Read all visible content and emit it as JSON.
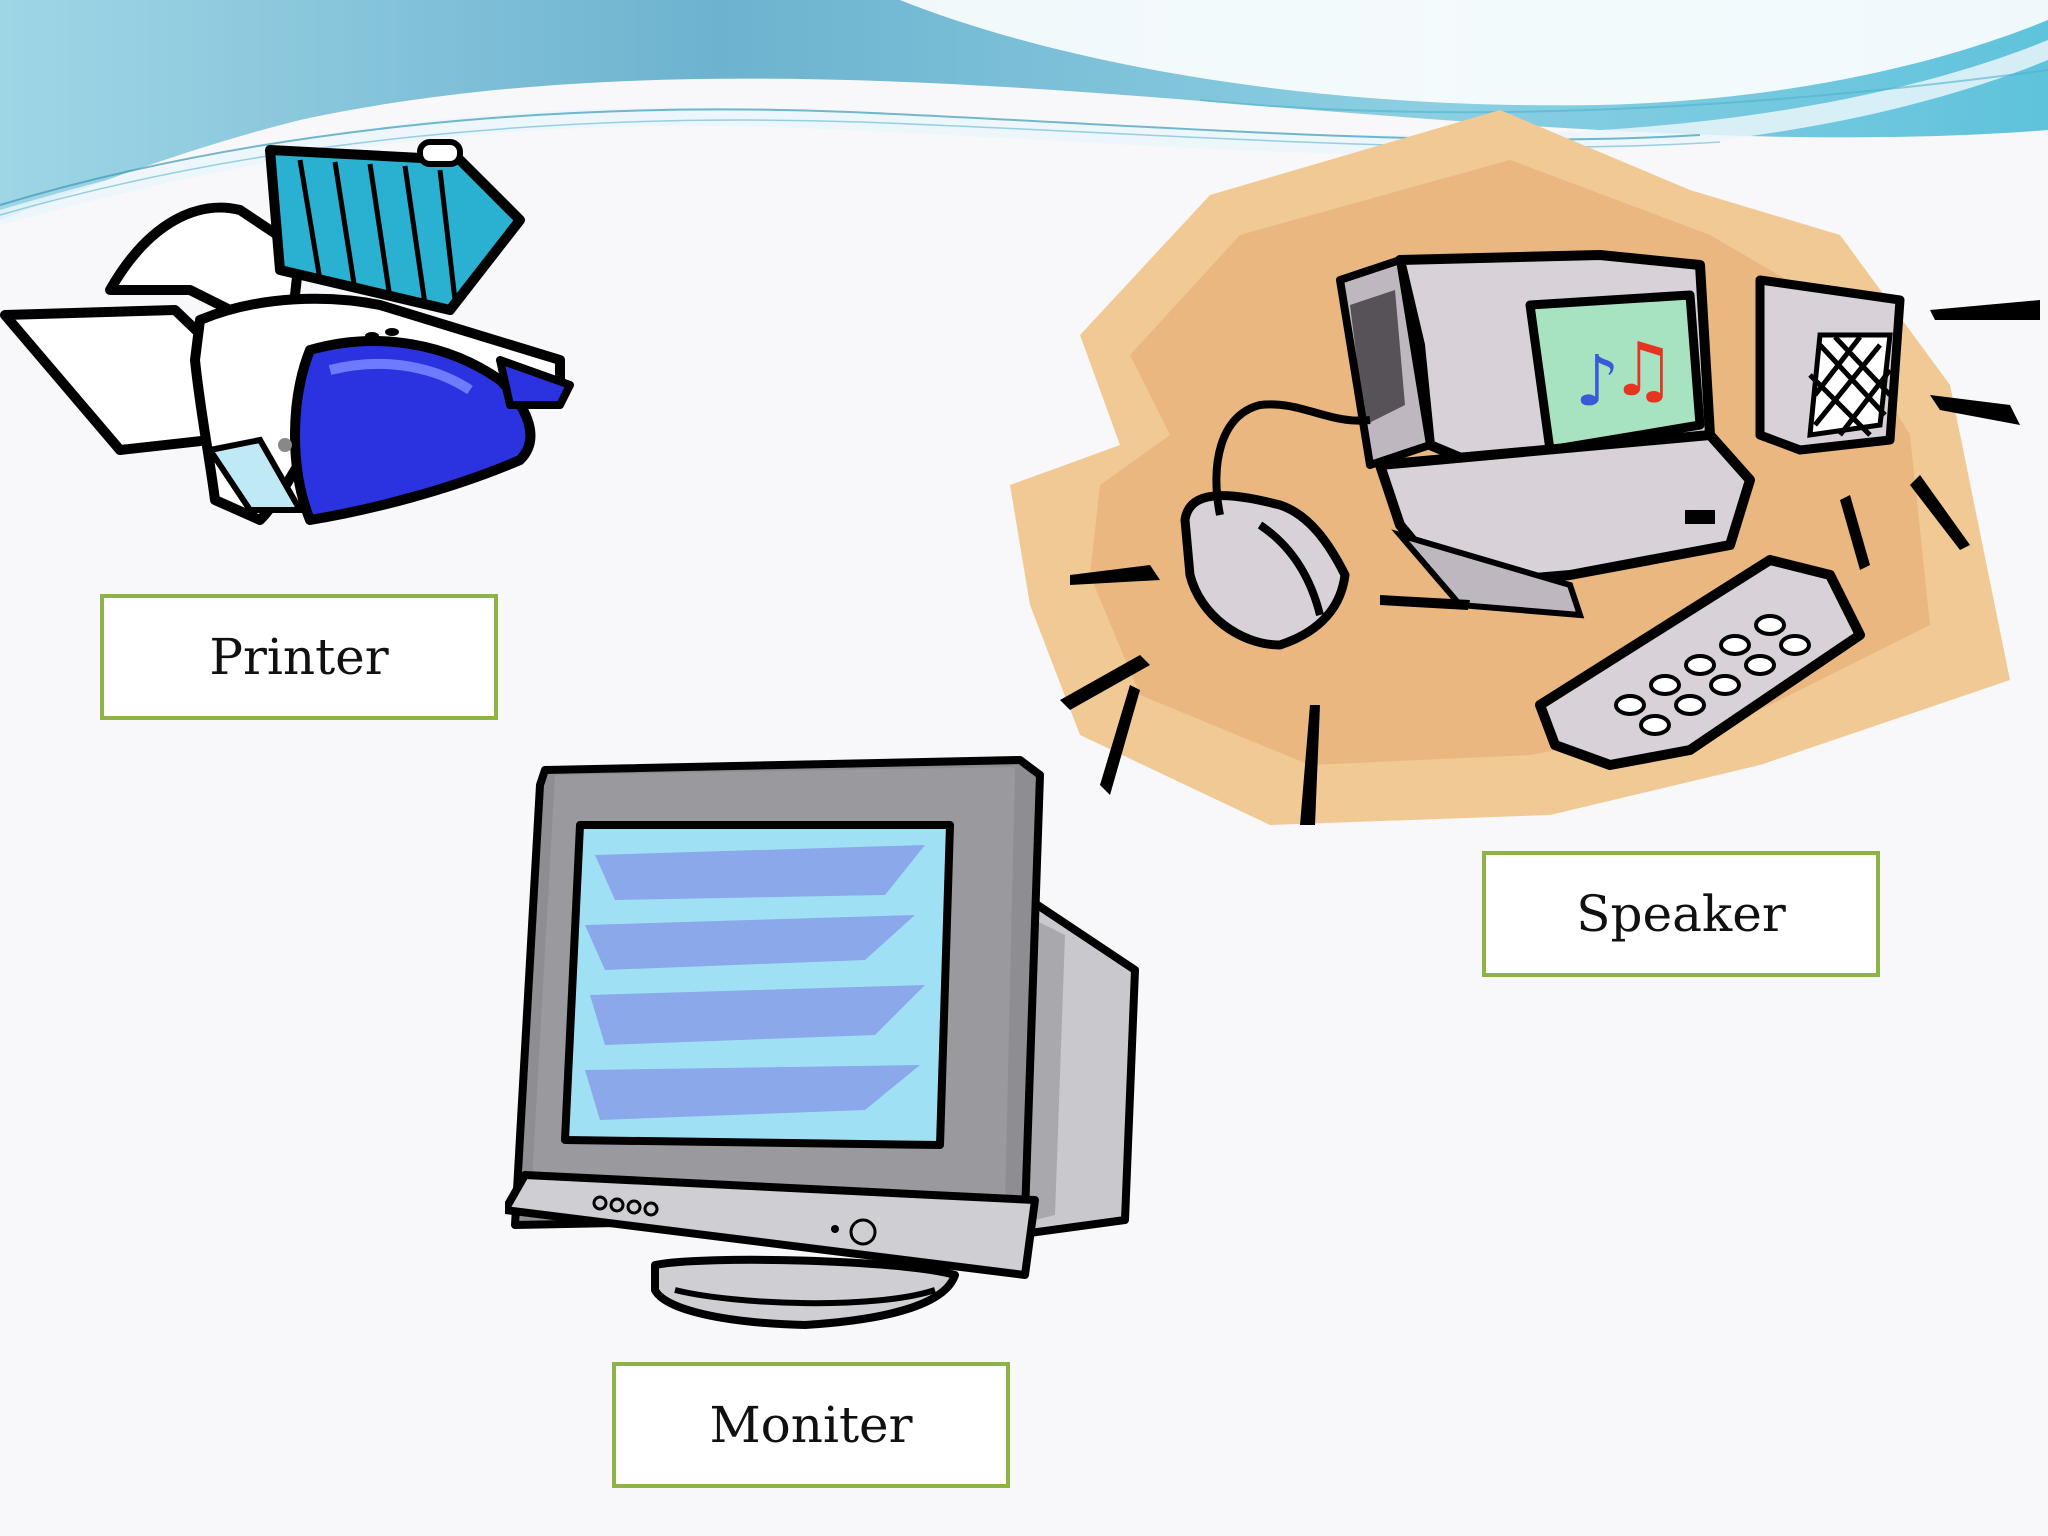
{
  "slide": {
    "theme_colors": {
      "wave_dark": "#6fb8d4",
      "wave_light": "#a9ddea",
      "label_border": "#8db246",
      "background": "#f8f8fa"
    },
    "labels": [
      {
        "id": "printer",
        "text": "Printer"
      },
      {
        "id": "speaker",
        "text": "Speaker"
      },
      {
        "id": "monitor",
        "text": "Moniter"
      }
    ],
    "images": [
      {
        "id": "printer",
        "icon": "printer-clipart"
      },
      {
        "id": "computer",
        "icon": "desktop-computer-clipart"
      },
      {
        "id": "monitor",
        "icon": "crt-monitor-clipart"
      }
    ]
  }
}
